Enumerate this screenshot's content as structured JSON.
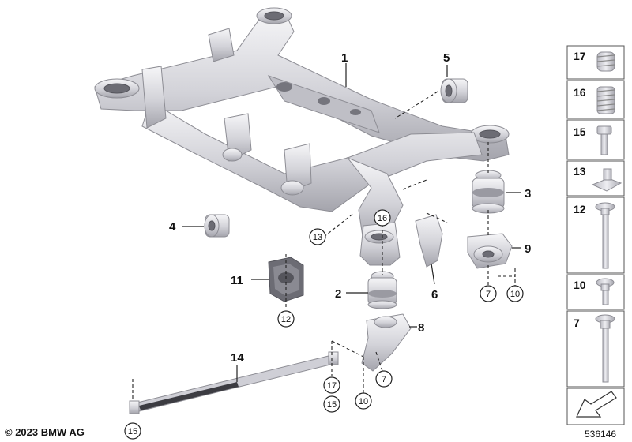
{
  "callouts": {
    "c1": "1",
    "c2": "2",
    "c3": "3",
    "c4": "4",
    "c5": "5",
    "c6": "6",
    "c8": "8",
    "c9": "9",
    "c11": "11",
    "c14": "14",
    "r13": "13",
    "r16": "16",
    "r12": "12",
    "r7a": "7",
    "r10a": "10",
    "r7b": "7",
    "r10b": "10",
    "r17": "17",
    "r15a": "15",
    "r15b": "15"
  },
  "parts_list": [
    {
      "number": "17",
      "icon": "spring-nut-icon"
    },
    {
      "number": "16",
      "icon": "threaded-insert-icon"
    },
    {
      "number": "15",
      "icon": "short-bolt-icon"
    },
    {
      "number": "13",
      "icon": "clip-nut-icon"
    },
    {
      "number": "12",
      "icon": "long-bolt-icon"
    },
    {
      "number": "10",
      "icon": "flange-bolt-icon"
    },
    {
      "number": "7",
      "icon": "long-hex-bolt-icon"
    }
  ],
  "copyright": "© 2023 BMW AG",
  "diagram_number": "536146",
  "colors": {
    "metal_light": "#f2f2f4",
    "metal_mid": "#c8c8ce",
    "metal_dark": "#9c9ca4",
    "ink": "#111111"
  }
}
